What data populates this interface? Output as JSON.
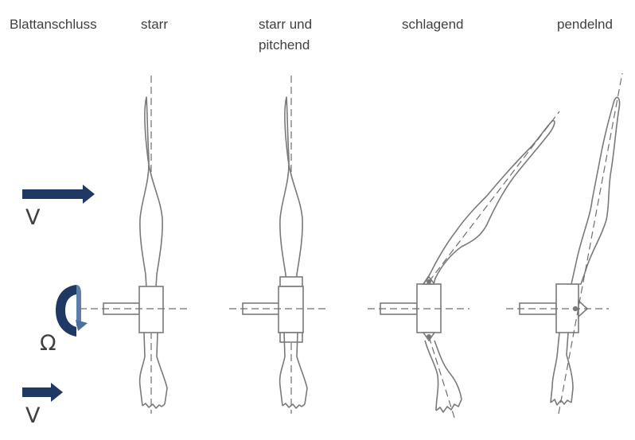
{
  "header": {
    "row_label": "Blattanschluss",
    "columns": [
      {
        "key": "starr",
        "lines": [
          "starr"
        ]
      },
      {
        "key": "starr-pitchend",
        "lines": [
          "starr und",
          "pitchend"
        ]
      },
      {
        "key": "schlagend",
        "lines": [
          "schlagend"
        ]
      },
      {
        "key": "pendelnd",
        "lines": [
          "pendelnd"
        ]
      }
    ]
  },
  "legend": {
    "velocity_symbol": "V",
    "rotation_symbol": "Ω"
  },
  "colors": {
    "arrow": "#1f3864",
    "rotation_light": "#4d6f9f",
    "line": "#7a7a7a",
    "text": "#404040"
  },
  "icons": [
    "wind-arrow-icon",
    "rotation-arrow-icon"
  ]
}
